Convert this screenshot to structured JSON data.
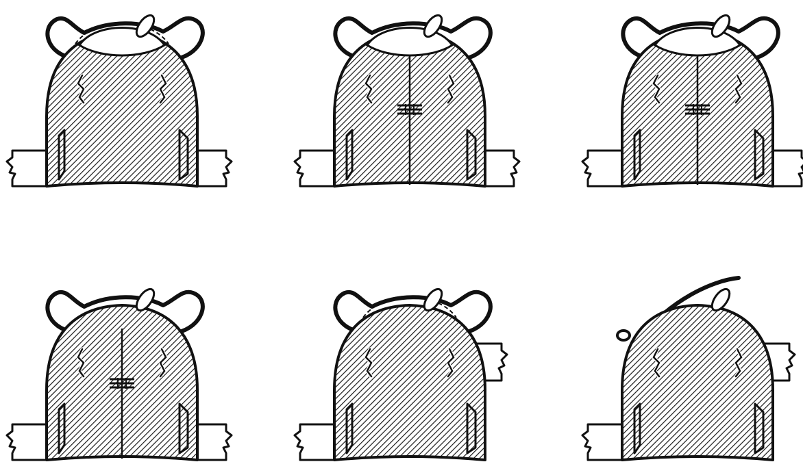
{
  "figure": {
    "panel_count": 6,
    "rows": 2,
    "columns": 3,
    "colors": {
      "ink": "#111111",
      "paper": "#ffffff",
      "hatch": "#1a1a1a"
    },
    "panels": [
      {
        "step": 1,
        "dashed_arc": true,
        "left_arm": "side",
        "right_arm": "side",
        "center_line": false,
        "marks": false,
        "hook": false
      },
      {
        "step": 2,
        "dashed_arc": false,
        "left_arm": "side",
        "right_arm": "side",
        "center_line": true,
        "marks": true,
        "hook": false
      },
      {
        "step": 3,
        "dashed_arc": false,
        "left_arm": "side",
        "right_arm": "side",
        "center_line": true,
        "marks": true,
        "hook": false
      },
      {
        "step": 4,
        "dashed_arc": false,
        "left_arm": "side",
        "right_arm": "side",
        "center_line": true,
        "marks": true,
        "hook": false
      },
      {
        "step": 5,
        "dashed_arc": true,
        "left_arm": "side",
        "right_arm": "raised",
        "center_line": false,
        "marks": false,
        "hook": false
      },
      {
        "step": 6,
        "dashed_arc": false,
        "left_arm": "side",
        "right_arm": "raised",
        "center_line": false,
        "marks": false,
        "hook": true
      }
    ]
  }
}
